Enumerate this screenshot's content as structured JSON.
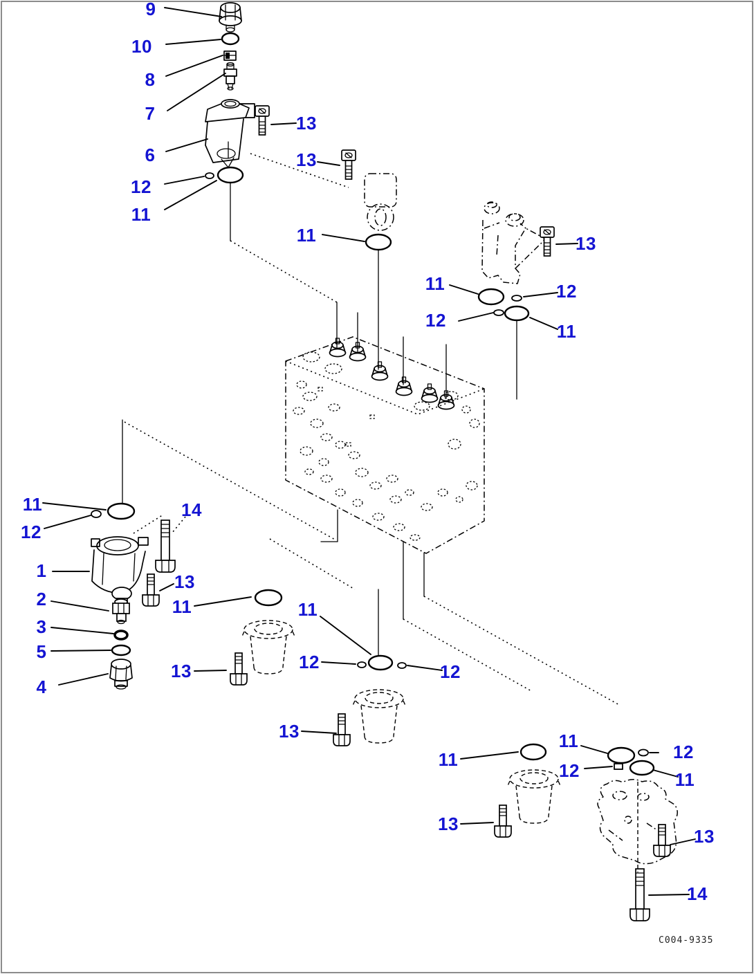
{
  "document": {
    "kind": "hydraulic-control-valve-parts-diagram",
    "footer_code": "C004-9335"
  },
  "colors": {
    "callout_blue": "#1414d2",
    "line_black": "#000000",
    "border_gray": "#8c8c8c"
  },
  "callouts": [
    "9",
    "10",
    "8",
    "7",
    "6",
    "13",
    "13",
    "12",
    "11",
    "11",
    "13",
    "11",
    "12",
    "12",
    "11",
    "11",
    "12",
    "14",
    "1",
    "13",
    "2",
    "11",
    "3",
    "5",
    "13",
    "4",
    "11",
    "12",
    "12",
    "13",
    "11",
    "13",
    "11",
    "12",
    "12",
    "11",
    "13",
    "14"
  ]
}
